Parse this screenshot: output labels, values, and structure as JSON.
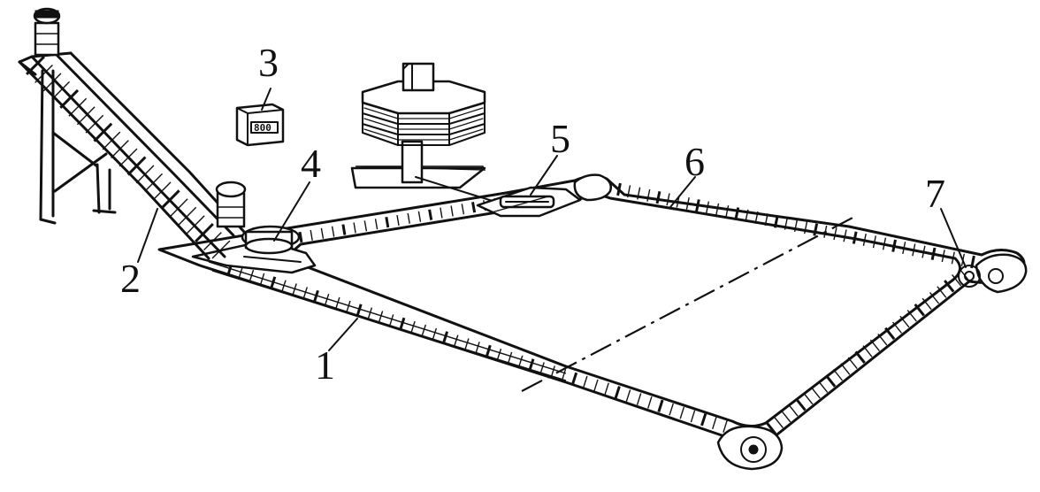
{
  "labels": {
    "l1": "1",
    "l2": "2",
    "l3": "3",
    "l4": "4",
    "l5": "5",
    "l6": "6",
    "l7": "7"
  },
  "control_box_display": "800",
  "colors": {
    "ink": "#111111",
    "paper": "#ffffff"
  }
}
